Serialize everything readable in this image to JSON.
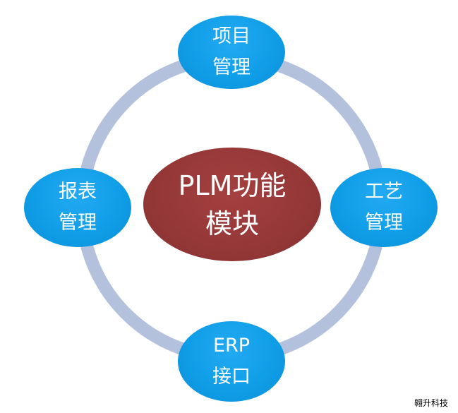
{
  "center": {
    "line1": "PLM功能",
    "line2": "模块"
  },
  "nodes": {
    "top": {
      "line1": "项目",
      "line2": "管理"
    },
    "right": {
      "line1": "工艺",
      "line2": "管理"
    },
    "bottom": {
      "line1": "ERP",
      "line2": "接口"
    },
    "left": {
      "line1": "报表",
      "line2": "管理"
    }
  },
  "watermark": "翱升科技",
  "colors": {
    "ring": "#b3c1dd",
    "node_blue": "#109ee8",
    "node_center": "#953737",
    "text": "#ffffff"
  }
}
